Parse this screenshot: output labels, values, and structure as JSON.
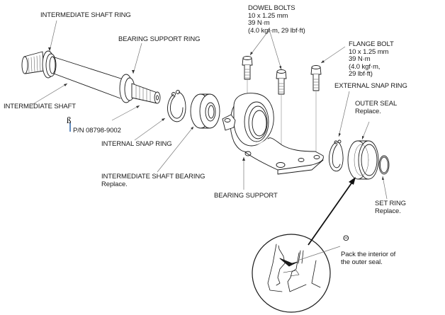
{
  "diagram": {
    "title": "Intermediate Shaft Exploded View",
    "labels": {
      "intermediate_shaft_ring": "INTERMEDIATE SHAFT RING",
      "bearing_support_ring": "BEARING SUPPORT RING",
      "intermediate_shaft": "INTERMEDIATE SHAFT",
      "tool_part_number": "P/N 08798-9002",
      "internal_snap_ring": "INTERNAL SNAP RING",
      "intermediate_shaft_bearing": "INTERMEDIATE SHAFT BEARING",
      "intermediate_shaft_bearing_note": "Replace.",
      "bearing_support": "BEARING SUPPORT",
      "dowel_bolts": {
        "name": "DOWEL BOLTS",
        "size": "10 x 1.25 mm",
        "torque": "39 N·m",
        "torque_alt": "(4.0 kgf·m, 29 lbf·ft)"
      },
      "flange_bolt": {
        "name": "FLANGE BOLT",
        "size": "10 x 1.25 mm",
        "torque": "39 N·m",
        "torque_alt_1": "(4.0 kgf·m,",
        "torque_alt_2": "29 lbf·ft)"
      },
      "external_snap_ring": "EXTERNAL SNAP RING",
      "outer_seal": "OUTER SEAL",
      "outer_seal_note": "Replace.",
      "set_ring": "SET RING",
      "set_ring_note": "Replace.",
      "grease_symbol": "Θ",
      "detail_note_1": "Pack the interior of",
      "detail_note_2": "the outer seal."
    },
    "icons": {
      "tool_symbol": "special-tool-icon",
      "grease_symbol": "grease-icon"
    },
    "colors": {
      "line": "#1a1a1a",
      "leader": "#777777",
      "tool_accent": "#3b6fb0"
    }
  }
}
